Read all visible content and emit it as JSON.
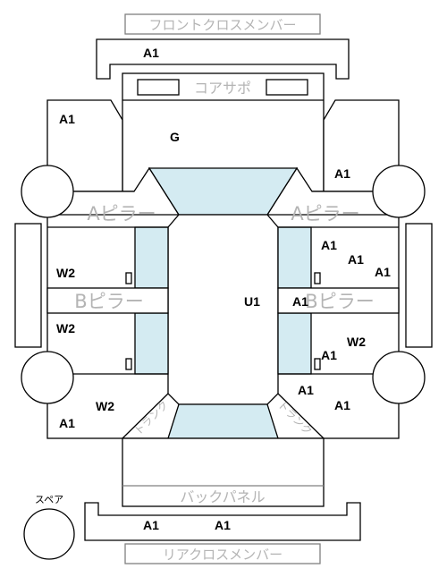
{
  "colors": {
    "line": "#000000",
    "glass": "#d4ebf2",
    "part_label": "#b4b4b4"
  },
  "part_labels": {
    "front_cross_member": "フロントクロスメンバー",
    "core_support": "コアサポ",
    "a_pillar_left": "Aピラー",
    "a_pillar_right": "Aピラー",
    "b_pillar_left": "Bピラー",
    "b_pillar_right": "Bピラー",
    "back_panel": "バックパネル",
    "rear_cross_member": "リアクロスメンバー",
    "trunk_left": "トランク",
    "trunk_right": "トランク",
    "spare": "スペア"
  },
  "grades": {
    "front_member": "A1",
    "left_fender": "A1",
    "right_fender": "A1",
    "hood": "G",
    "roof": "U1",
    "left_front_door": "W2",
    "left_rear_door": "W2",
    "left_rear_quarter_w": "W2",
    "left_rear_quarter_a": "A1",
    "right_door_1": "A1",
    "right_door_2": "A1",
    "right_door_3": "A1",
    "right_b_pillar": "A1",
    "right_rear_door_w": "W2",
    "right_rear_door_a": "A1",
    "right_quarter_1": "A1",
    "right_quarter_2": "A1",
    "rear_member_1": "A1",
    "rear_member_2": "A1"
  }
}
